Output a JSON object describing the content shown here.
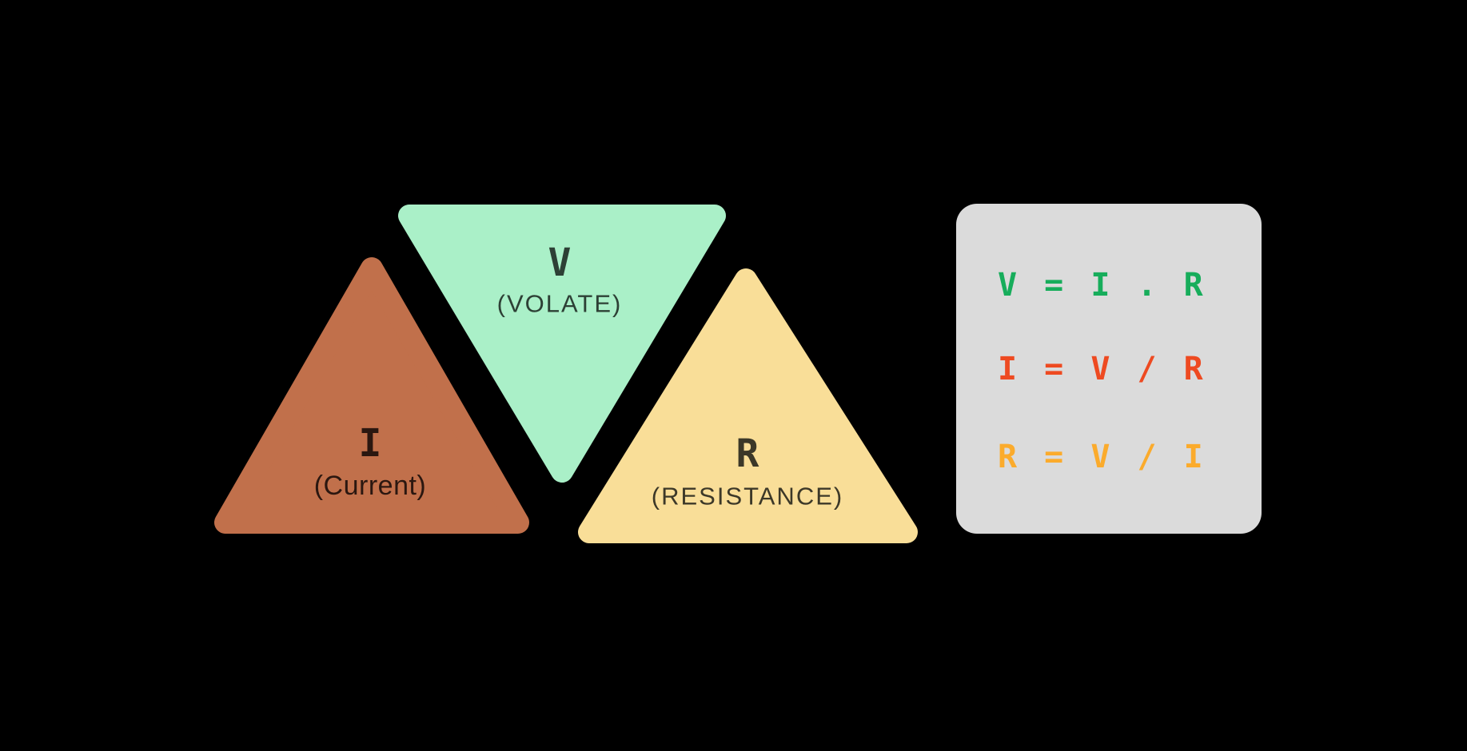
{
  "canvas": {
    "background": "#000000"
  },
  "triangles": {
    "current": {
      "symbol": "I",
      "label": "(Current)",
      "fill": "#C1704B",
      "text_color": "#2B1710",
      "orientation": "up"
    },
    "voltage": {
      "symbol": "V",
      "label": "(VOLATE)",
      "fill": "#AAF0C8",
      "text_color": "#2D4035",
      "orientation": "down"
    },
    "resistance": {
      "symbol": "R",
      "label": "(RESISTANCE)",
      "fill": "#F9DE98",
      "text_color": "#3C3828",
      "orientation": "up"
    }
  },
  "formula_panel": {
    "background": "#DBDBDB",
    "formulas": {
      "voltage": {
        "text": "V = I . R",
        "color": "#17AD5B"
      },
      "current": {
        "text": "I = V / R",
        "color": "#EE4A21"
      },
      "resistance": {
        "text": "R = V / I",
        "color": "#FBAB2C"
      }
    }
  }
}
